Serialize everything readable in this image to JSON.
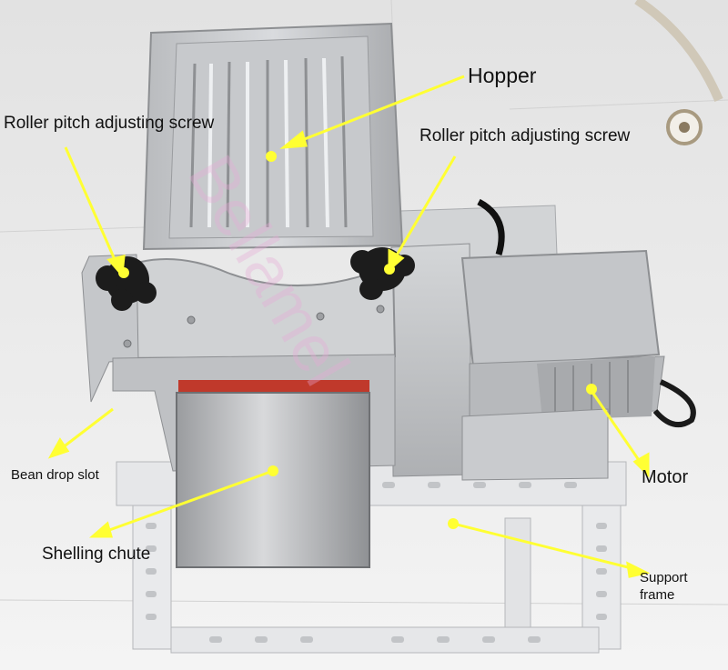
{
  "labels": {
    "hopper": "Hopper",
    "roller_pitch_left": "Roller pitch adjusting screw",
    "roller_pitch_right": "Roller pitch adjusting screw",
    "bean_drop_slot": "Bean drop slot",
    "motor": "Motor",
    "shelling_chute": "Shelling chute",
    "support_frame_line1": "Support",
    "support_frame_line2": "frame"
  },
  "watermark": "Bellamel",
  "colors": {
    "background": "#ececec",
    "steel": "#c9cbcd",
    "frame": "#e9eaec",
    "knob": "#1c1c1c",
    "chute_red": "#c0392b",
    "callout_yellow": "#ffff33",
    "label_text": "#111111",
    "watermark": "#e7a8d8"
  }
}
